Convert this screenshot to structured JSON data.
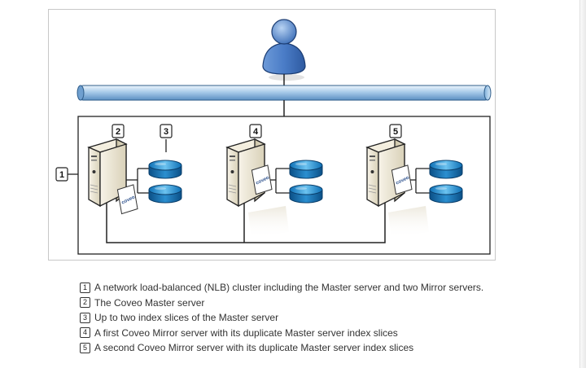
{
  "diagram": {
    "callouts": [
      "1",
      "2",
      "3",
      "4",
      "5"
    ],
    "logo_text": "coveo",
    "icons": {
      "user": "user-icon",
      "network": "network-bus-icon",
      "server": "server-tower-icon",
      "disk": "database-disk-icon"
    },
    "colors": {
      "user_blue": "#4a7cc7",
      "network_blue": "#9cc3e6",
      "disk_blue": "#1e88c8",
      "server_beige": "#efe9d8"
    }
  },
  "legend": [
    {
      "num": "1",
      "text": "A network load-balanced (NLB) cluster including the Master server and two Mirror servers."
    },
    {
      "num": "2",
      "text": "The Coveo Master server"
    },
    {
      "num": "3",
      "text": "Up to two index slices of the Master server"
    },
    {
      "num": "4",
      "text": "A first Coveo Mirror server with its duplicate Master server index slices"
    },
    {
      "num": "5",
      "text": "A second Coveo Mirror server with its duplicate Master server index slices"
    }
  ]
}
